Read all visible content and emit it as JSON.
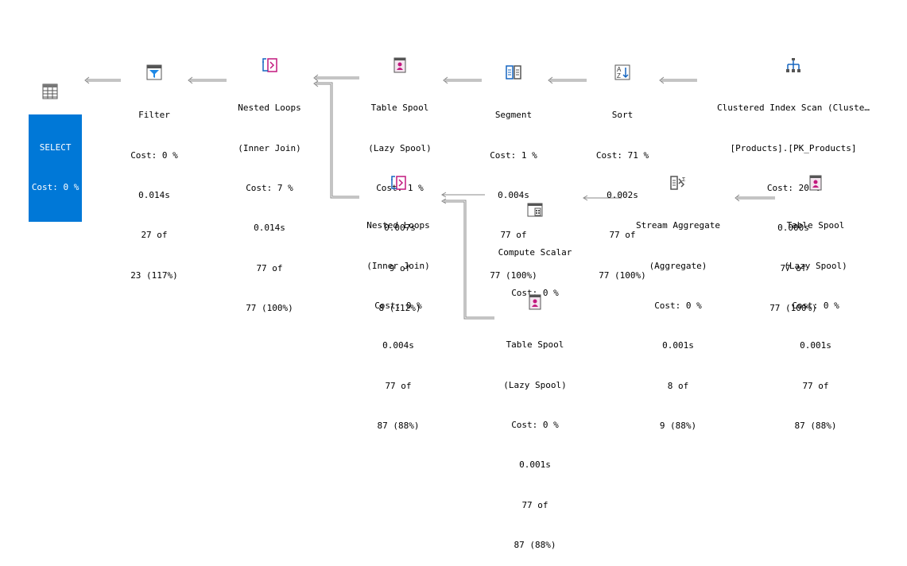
{
  "colors": {
    "selection": "#0078d7",
    "connector": "#8a8a8a",
    "icon_blue": "#1565c0",
    "icon_magenta": "#c2187e"
  },
  "nodes": {
    "select": {
      "icon": "select-icon",
      "lines": [
        "SELECT",
        "Cost: 0 %"
      ]
    },
    "filter": {
      "icon": "filter-icon",
      "lines": [
        "Filter",
        "Cost: 0 %",
        "0.014s",
        "27 of",
        "23 (117%)"
      ]
    },
    "nl1": {
      "icon": "nested-loops-icon",
      "lines": [
        "Nested Loops",
        "(Inner Join)",
        "Cost: 7 %",
        "0.014s",
        "77 of",
        "77 (100%)"
      ]
    },
    "spool1": {
      "icon": "table-spool-icon",
      "lines": [
        "Table Spool",
        "(Lazy Spool)",
        "Cost: 1 %",
        "0.007s",
        "9 of",
        "8 (112%)"
      ]
    },
    "segment": {
      "icon": "segment-icon",
      "lines": [
        "Segment",
        "Cost: 1 %",
        "0.004s",
        "77 of",
        "77 (100%)"
      ]
    },
    "sort": {
      "icon": "sort-icon",
      "lines": [
        "Sort",
        "Cost: 71 %",
        "0.002s",
        "77 of",
        "77 (100%)"
      ]
    },
    "scan": {
      "icon": "clustered-index-scan-icon",
      "lines": [
        "Clustered Index Scan (Cluste…",
        "[Products].[PK_Products]",
        "Cost: 20 %",
        "0.000s",
        "77 of",
        "77 (100%)"
      ]
    },
    "nl2": {
      "icon": "nested-loops-icon",
      "lines": [
        "Nested Loops",
        "(Inner Join)",
        "Cost: 0 %",
        "0.004s",
        "77 of",
        "87 (88%)"
      ]
    },
    "compute": {
      "icon": "compute-scalar-icon",
      "lines": [
        "Compute Scalar",
        "Cost: 0 %"
      ]
    },
    "stream": {
      "icon": "stream-aggregate-icon",
      "lines": [
        "Stream Aggregate",
        "(Aggregate)",
        "Cost: 0 %",
        "0.001s",
        "8 of",
        "9 (88%)"
      ]
    },
    "spool2": {
      "icon": "table-spool-icon",
      "lines": [
        "Table Spool",
        "(Lazy Spool)",
        "Cost: 0 %",
        "0.001s",
        "77 of",
        "87 (88%)"
      ]
    },
    "spool3": {
      "icon": "table-spool-icon",
      "lines": [
        "Table Spool",
        "(Lazy Spool)",
        "Cost: 0 %",
        "0.001s",
        "77 of",
        "87 (88%)"
      ]
    }
  }
}
